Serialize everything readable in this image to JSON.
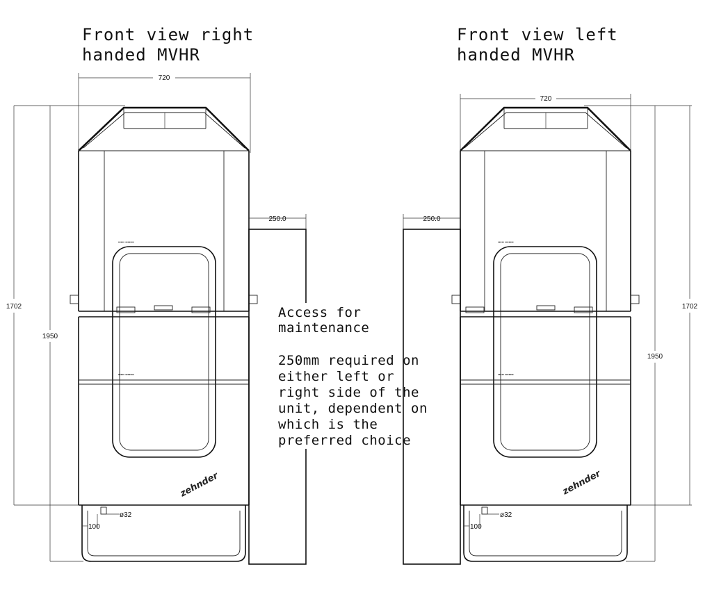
{
  "views": {
    "right": {
      "title_line1": "Front view right",
      "title_line2": "handed MVHR",
      "width_dim": "720",
      "height_dim_outer": "1702",
      "height_dim_inner": "1950",
      "clearance_dim": "250.0",
      "pipe_dim": "ø32",
      "offset_dim": "100",
      "logo": "zehnder"
    },
    "left": {
      "title_line1": "Front view left",
      "title_line2": "handed MVHR",
      "width_dim": "720",
      "height_dim_outer": "1702",
      "height_dim_inner": "1950",
      "clearance_dim": "250.0",
      "pipe_dim": "ø32",
      "offset_dim": "100",
      "logo": "zehnder"
    }
  },
  "note": {
    "line1": "Access for",
    "line2": "maintenance",
    "line3": "250mm required on",
    "line4": "either left or",
    "line5": "right side of the",
    "line6": "unit, dependent on",
    "line7": "which is the",
    "line8": "preferred choice"
  }
}
